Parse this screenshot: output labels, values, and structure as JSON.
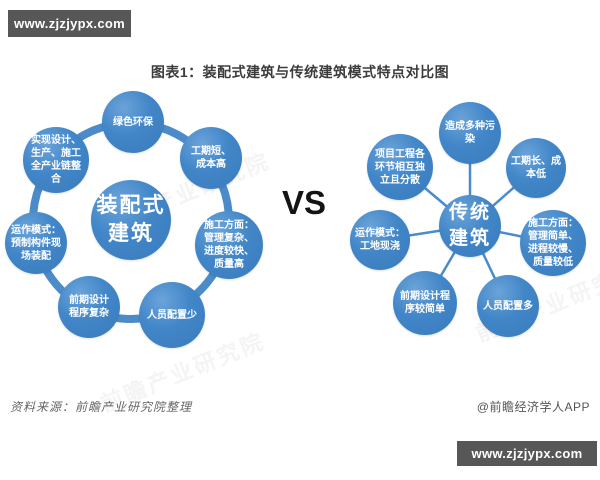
{
  "site_watermark": "www.zjzjypx.com",
  "title": "图表1：装配式建筑与传统建筑模式特点对比图",
  "vs_label": "VS",
  "left_diagram": {
    "center": "装配式\n建筑",
    "satellites": [
      "绿色环保",
      "实现设计、\n生产、施工\n全产业链整\n合",
      "工期短、\n成本高",
      "运作模式：\n预制构件现\n场装配",
      "施工方面：\n管理复杂、\n进度较快、\n质量高",
      "前期设计\n程序复杂",
      "人员配置少"
    ]
  },
  "right_diagram": {
    "center": "传统\n建筑",
    "satellites": [
      "造成多种污\n染",
      "项目工程各\n环节相互独\n立且分散",
      "工期长、成\n本低",
      "运作模式：\n工地现浇",
      "施工方面：\n管理简单、\n进程较慢、\n质量较低",
      "前期设计程\n序较简单",
      "人员配置多"
    ]
  },
  "faint_watermark": "前瞻产业研究院",
  "footer": {
    "source": "资料来源：前瞻产业研究院整理",
    "credit": "@前瞻经济学人APP"
  },
  "colors": {
    "circle_blue": "#4186c8",
    "ring_blue": "#4c8bca",
    "bar_gray": "#575757",
    "title_text": "#3c3c3c"
  }
}
